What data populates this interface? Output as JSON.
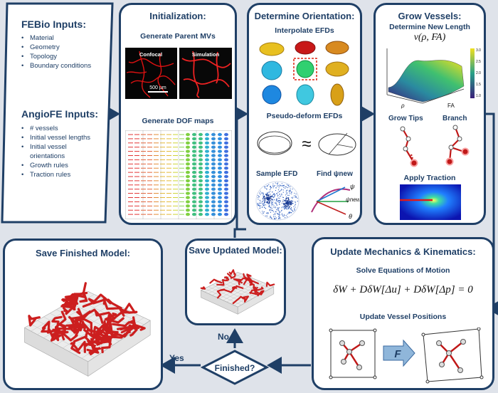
{
  "inputs": {
    "febio_title": "FEBio Inputs:",
    "febio_items": [
      "Material",
      "Geometry",
      "Topology",
      "Boundary conditions"
    ],
    "angiofe_title": "AngioFE Inputs:",
    "angiofe_items": [
      "# vessels",
      "Initial vessel lengths",
      "Initial vessel orientations",
      "Growth rules",
      "Traction rules"
    ]
  },
  "initialization": {
    "title": "Initialization:",
    "generate_parent_mvs": "Generate Parent MVs",
    "confocal": "Confocal",
    "simulation": "Simulation",
    "scale_bar": "500 µm",
    "generate_dof_maps": "Generate DOF maps"
  },
  "orientation": {
    "title": "Determine Orientation:",
    "interpolate_efds": "Interpolate EFDs",
    "pseudo_deform_efds": "Pseudo-deform EFDs",
    "approx_symbol": "≈",
    "sample_efd": "Sample EFD",
    "find_psi": "Find ψnew",
    "psi_label": "ψ",
    "psi_new_label": "ψnew",
    "theta_label": "θ"
  },
  "grow": {
    "title": "Grow Vessels:",
    "determine_new_length": "Determine New Length",
    "formula": "ν(ρ, FA)",
    "axis_rho": "ρ",
    "axis_fa": "FA",
    "grow_tips": "Grow Tips",
    "branch": "Branch",
    "apply_traction": "Apply Traction",
    "colorbar_ticks": [
      "3.0",
      "2.5",
      "2.0",
      "1.5",
      "1.0"
    ]
  },
  "update": {
    "title": "Update Mechanics & Kinematics:",
    "solve_equations": "Solve Equations of Motion",
    "equation": "δW + DδW[Δu] + DδW[Δp] = 0",
    "update_positions": "Update Vessel Positions",
    "f_label": "F"
  },
  "save_updated": {
    "title": "Save Updated Model:"
  },
  "save_finished": {
    "title": "Save Finished Model:"
  },
  "decision": {
    "label": "Finished?",
    "no": "No",
    "yes": "Yes"
  },
  "colors": {
    "navy": "#1f3f66",
    "vessel": "#cc1f1f",
    "background": "#dfe3ea"
  }
}
